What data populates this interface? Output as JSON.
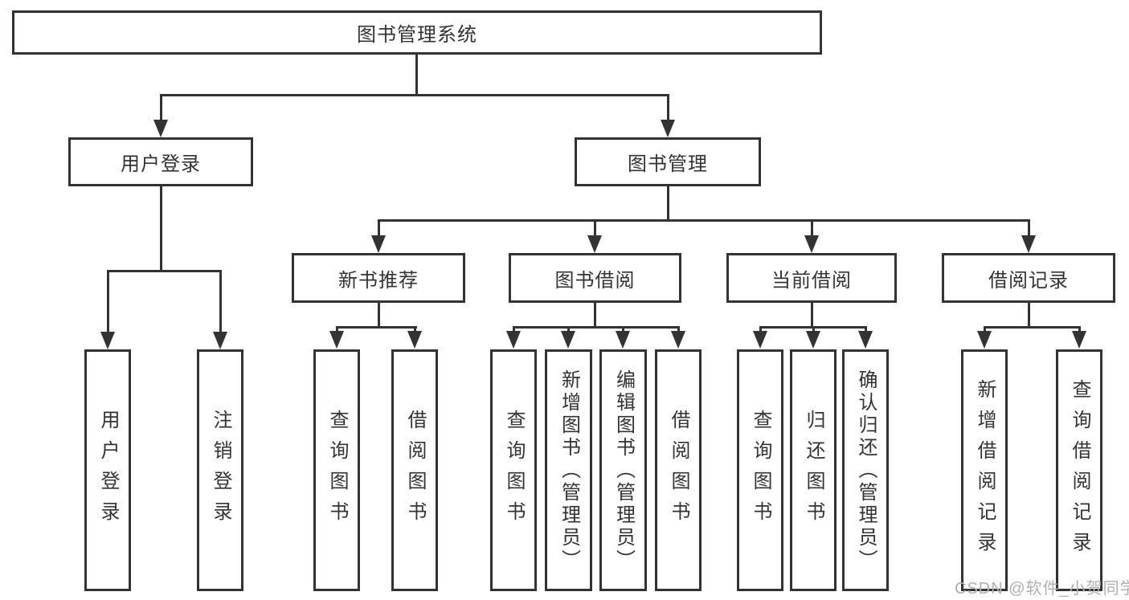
{
  "diagram": {
    "title": "图书管理系统",
    "branches": [
      {
        "label": "用户登录",
        "children": [
          {
            "label": "用户登录"
          },
          {
            "label": "注销登录"
          }
        ]
      },
      {
        "label": "图书管理",
        "children": [
          {
            "label": "新书推荐",
            "children": [
              {
                "label": "查询图书"
              },
              {
                "label": "借阅图书"
              }
            ]
          },
          {
            "label": "图书借阅",
            "children": [
              {
                "label": "查询图书"
              },
              {
                "label": "新增图书（管理员）"
              },
              {
                "label": "编辑图书（管理员）"
              },
              {
                "label": "借阅图书"
              }
            ]
          },
          {
            "label": "当前借阅",
            "children": [
              {
                "label": "查询图书"
              },
              {
                "label": "归还图书"
              },
              {
                "label": "确认归还（管理员）"
              }
            ]
          },
          {
            "label": "借阅记录",
            "children": [
              {
                "label": "新增借阅记录"
              },
              {
                "label": "查询借阅记录"
              }
            ]
          }
        ]
      }
    ],
    "watermark": "CSDN @软件_小贺同学",
    "colors": {
      "line": "#333333",
      "text": "#333333",
      "watermark": "#b0b0b0",
      "background": "#ffffff"
    }
  }
}
